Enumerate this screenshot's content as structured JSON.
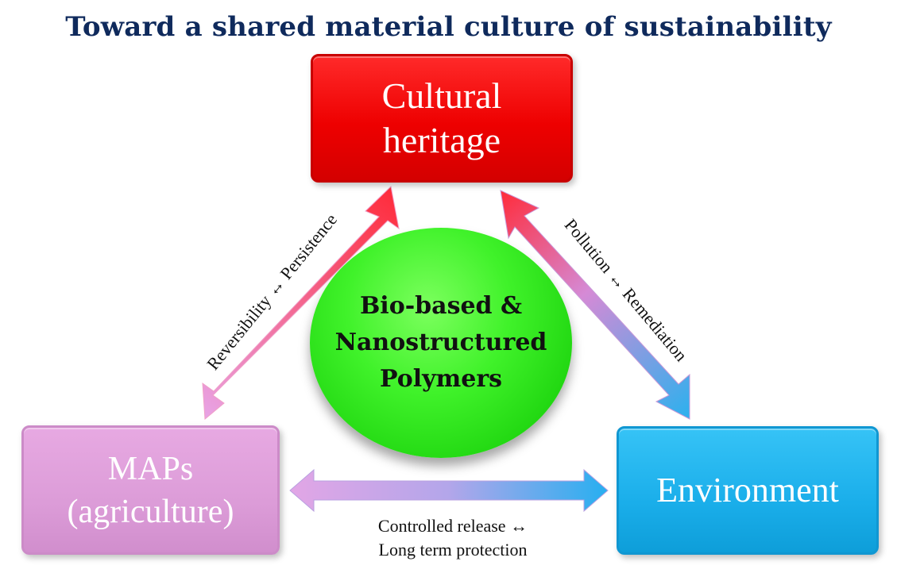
{
  "title": "Toward a shared material culture of sustainability",
  "nodes": {
    "heritage": {
      "line1": "Cultural",
      "line2": "heritage",
      "color": "#ee0000"
    },
    "maps": {
      "line1": "MAPs",
      "line2": "(agriculture)",
      "color": "#dc9cd8"
    },
    "environment": {
      "line1": "Environment",
      "color": "#1aaeea"
    }
  },
  "center": {
    "line1": "Bio-based &",
    "line2": "Nanostructured",
    "line3": "Polymers",
    "color": "#40f22a"
  },
  "relations": {
    "left": "Reversibility ↔ Persistence",
    "right": "Pollution ↔ Remediation",
    "bottom_line1": "Controlled release ↔",
    "bottom_line2": "Long term protection"
  }
}
